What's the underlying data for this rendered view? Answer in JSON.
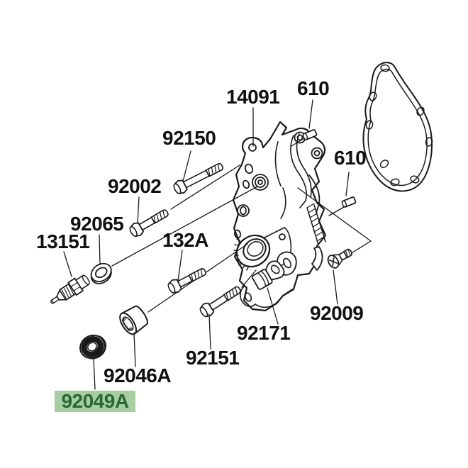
{
  "diagram": {
    "kind": "exploded-parts-diagram",
    "background": "#ffffff",
    "line_color": "#1a1a1a",
    "highlight": {
      "bg": "#a6cea0",
      "text": "#2b6637"
    },
    "labels": [
      {
        "part": "14091",
        "text": "14091",
        "highlighted": false
      },
      {
        "part": "610-top",
        "text": "610",
        "highlighted": false
      },
      {
        "part": "92150",
        "text": "92150",
        "highlighted": false
      },
      {
        "part": "610-right",
        "text": "610",
        "highlighted": false
      },
      {
        "part": "92002",
        "text": "92002",
        "highlighted": false
      },
      {
        "part": "92065",
        "text": "92065",
        "highlighted": false
      },
      {
        "part": "13151",
        "text": "13151",
        "highlighted": false
      },
      {
        "part": "132A",
        "text": "132A",
        "highlighted": false
      },
      {
        "part": "92009",
        "text": "92009",
        "highlighted": false
      },
      {
        "part": "92171",
        "text": "92171",
        "highlighted": false
      },
      {
        "part": "92151",
        "text": "92151",
        "highlighted": false
      },
      {
        "part": "92046A",
        "text": "92046A",
        "highlighted": false
      },
      {
        "part": "92049A",
        "text": "92049A",
        "highlighted": true
      }
    ]
  }
}
